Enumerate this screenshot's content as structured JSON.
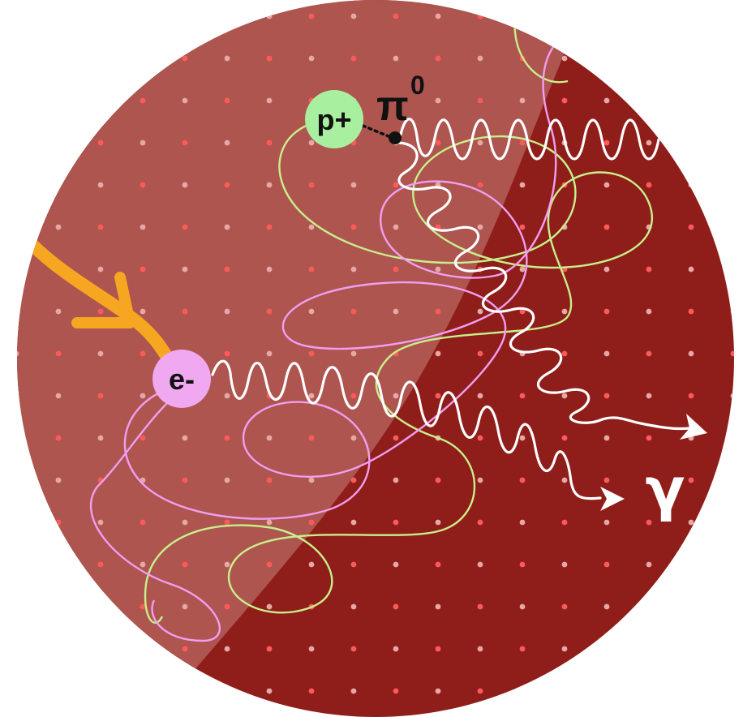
{
  "particles": {
    "proton": {
      "label": "p+",
      "color": "#a8f0a0"
    },
    "electron": {
      "label": "e-",
      "color": "#f0a8f0"
    },
    "pion_symbol": "π",
    "pion_superscript": "0",
    "photon_symbol": "γ"
  },
  "colors": {
    "region_dark": "#8f1e1a",
    "region_light": "#ae5550",
    "dot_red": "#ff5a5a",
    "dot_white": "#e6a8a6",
    "incoming_track": "#f6a621",
    "proton_path": "#c8f08a",
    "electron_path": "#f09ef0",
    "photon_wave": "#ffffff",
    "outline": "#111111"
  },
  "icons": {
    "incoming": "orange-arrow-icon",
    "photon_arrow": "arrowhead-icon"
  }
}
